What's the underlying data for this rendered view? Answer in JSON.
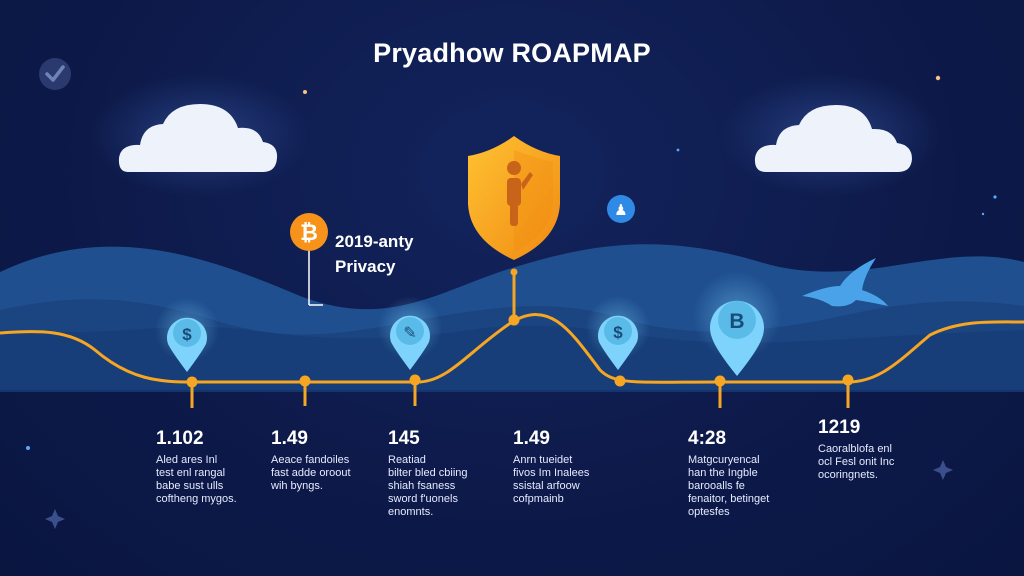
{
  "title": "Pryadhow ROAPMAP",
  "callout": {
    "line1": "2019-anty",
    "line2": "Privacy"
  },
  "colors": {
    "background": "#0d1a4a",
    "timeline": "#f6a623",
    "wave_dark": "#1f4f8f",
    "wave_light": "#2b6cb0",
    "pin": "#7dd3fc",
    "shield": "#f7a21b",
    "bitcoin": "#f7931a"
  },
  "icons": {
    "badge_top_left": "check-badge-icon",
    "bitcoin_badge": "bitcoin-icon",
    "shield": "shield-icon",
    "small_badge": "person-badge-icon",
    "bird": "bird-icon"
  },
  "pins": [
    {
      "glyph": "$",
      "icon": "dollar-icon"
    },
    {
      "glyph": "✎",
      "icon": "pen-icon"
    },
    {
      "glyph": "$",
      "icon": "dollar-icon"
    },
    {
      "glyph": "B",
      "icon": "bitcoin-icon"
    }
  ],
  "badge_glyph": "₿",
  "small_badge_glyph": "♟",
  "milestones": [
    {
      "value": "1.102",
      "desc": "Aled ares Inl\ntest enl rangal\nbabe sust ulls\ncoftheng mygos."
    },
    {
      "value": "1.49",
      "desc": "Aeace fandoiles\nfast adde oroout\nwih byngs."
    },
    {
      "value": "145",
      "desc": "Reatiad\nbilter bled cbiing\nshiah fsaness\nsword f'uonels\nenomnts."
    },
    {
      "value": "1.49",
      "desc": "Anrn tueidet\nfivos Im Inalees\nssistal arfoow\ncofpmainb"
    },
    {
      "value": "4:28",
      "desc": "Matgcuryencal\nhan the Ingble\nbarooalls fe\nfenaitor, betinget\noptesfes"
    },
    {
      "value": "1219",
      "desc": "Caoralblofa enl\nocl Fesl onit Inc\nocoringnets."
    }
  ]
}
